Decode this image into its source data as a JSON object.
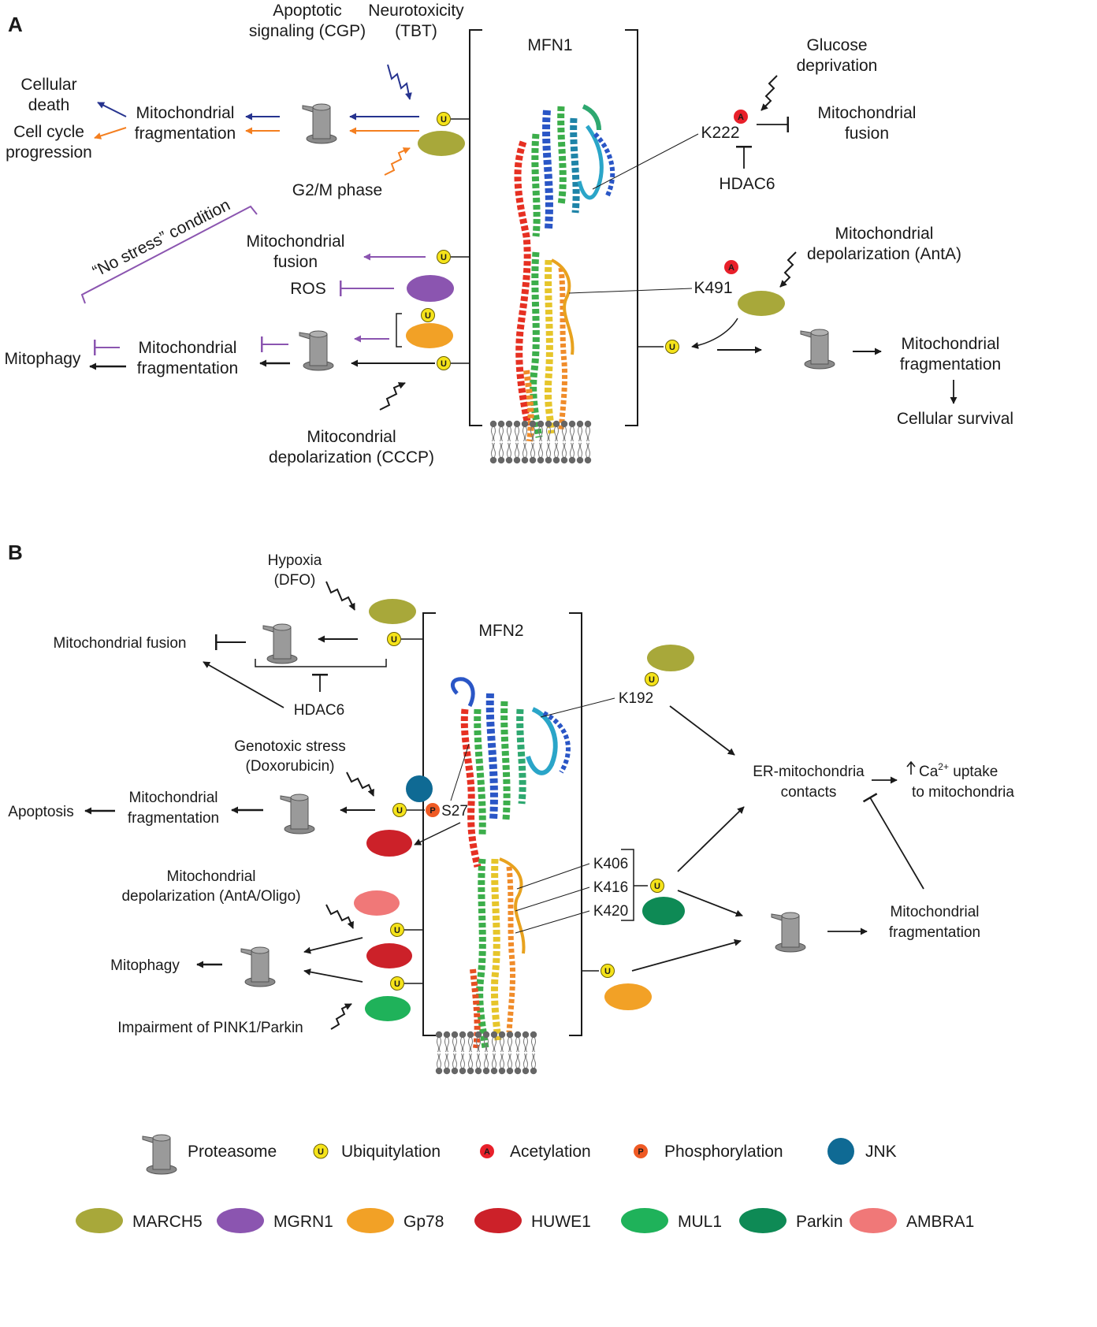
{
  "panels": {
    "A": {
      "letter": "A",
      "protein": "MFN1",
      "apoptotic": [
        "Apoptotic",
        "signaling (CGP)"
      ],
      "neurotox": [
        "Neurotoxicity",
        "(TBT)"
      ],
      "cell_death": [
        "Cellular",
        "death"
      ],
      "cell_cycle": [
        "Cell cycle",
        "progression"
      ],
      "mito_frag_1": [
        "Mitochondrial",
        "fragmentation"
      ],
      "g2m": "G2/M phase",
      "no_stress": "“No stress” condition",
      "mito_fusion": [
        "Mitochondrial",
        "fusion"
      ],
      "ros": "ROS",
      "mitophagy": "Mitophagy",
      "mito_frag_2": [
        "Mitochondrial",
        "fragmentation"
      ],
      "depol_cccp": [
        "Mitocondrial",
        "depolarization (CCCP)"
      ],
      "glucose": [
        "Glucose",
        "deprivation"
      ],
      "k222": "K222",
      "mito_fusion_r": [
        "Mitochondrial",
        "fusion"
      ],
      "hdac6": "HDAC6",
      "depol_anta": [
        "Mitochondrial",
        "depolarization (AntA)"
      ],
      "k491": "K491",
      "mito_frag_r": [
        "Mitochondrial",
        "fragmentation"
      ],
      "survival": "Cellular survival"
    },
    "B": {
      "letter": "B",
      "protein": "MFN2",
      "hypoxia": [
        "Hypoxia",
        "(DFO)"
      ],
      "mito_fusion": "Mitochondrial fusion",
      "hdac6": "HDAC6",
      "genotoxic": [
        "Genotoxic stress",
        "(Doxorubicin)"
      ],
      "apoptosis": "Apoptosis",
      "mito_frag": [
        "Mitochondrial",
        "fragmentation"
      ],
      "s27": "S27",
      "depol": [
        "Mitochondrial",
        "depolarization (AntA/Oligo)"
      ],
      "mitophagy": "Mitophagy",
      "pink1": "Impairment of PINK1/Parkin",
      "k192": "K192",
      "k406": "K406",
      "k416": "K416",
      "k420": "K420",
      "er": [
        "ER-mitochondria",
        "contacts"
      ],
      "ca_1": "Ca",
      "ca_sup": "2+",
      "ca_2": " uptake",
      "ca_3": "to mitochondria",
      "mito_frag_r": [
        "Mitochondrial",
        "fragmentation"
      ]
    }
  },
  "markers": {
    "u": "U",
    "a": "A",
    "p": "P"
  },
  "legend_row1": [
    {
      "key": "proteasome",
      "label": "Proteasome"
    },
    {
      "key": "ubiquitylation",
      "label": "Ubiquitylation"
    },
    {
      "key": "acetylation",
      "label": "Acetylation"
    },
    {
      "key": "phosphorylation",
      "label": "Phosphorylation"
    },
    {
      "key": "jnk",
      "label": "JNK"
    }
  ],
  "legend_row2": [
    {
      "label": "MARCH5",
      "color": "#a8a83a"
    },
    {
      "label": "MGRN1",
      "color": "#8b55b0"
    },
    {
      "label": "Gp78",
      "color": "#f2a126"
    },
    {
      "label": "HUWE1",
      "color": "#cc2129"
    },
    {
      "label": "MUL1",
      "color": "#1fb25a"
    },
    {
      "label": "Parkin",
      "color": "#0e8a55"
    },
    {
      "label": "AMBRA1",
      "color": "#f07878"
    }
  ],
  "colors": {
    "march5": "#a8a83a",
    "mgrn1": "#8b55b0",
    "gp78": "#f2a126",
    "huwe1": "#cc2129",
    "mul1": "#1fb25a",
    "parkin": "#0e8a55",
    "ambra1": "#f07878",
    "jnk": "#0f6a94",
    "ubiq": "#f5e31a",
    "acet": "#e8202a",
    "phos": "#ef5a24",
    "blue_arrow": "#26338f",
    "orange_arrow": "#f47f20",
    "purple_arrow": "#8b55b0",
    "proteasome": "#9a9a9a"
  }
}
